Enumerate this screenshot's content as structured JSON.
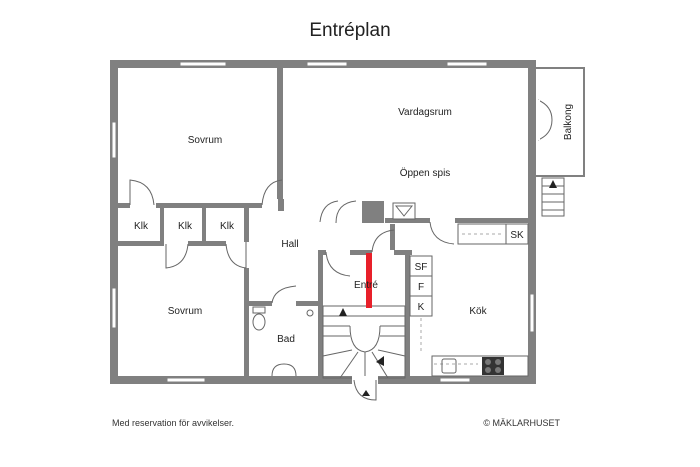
{
  "title": "Entréplan",
  "footer": {
    "left": "Med reservation för avvikelser.",
    "right": "© MÄKLARHUSET"
  },
  "rooms": {
    "sovrum_top": "Sovrum",
    "vardagsrum": "Vardagsrum",
    "oppen_spis": "Öppen spis",
    "balkong": "Balkong",
    "klk1": "Klk",
    "klk2": "Klk",
    "klk3": "Klk",
    "hall": "Hall",
    "sk": "SK",
    "sf": "SF",
    "f": "F",
    "k": "K",
    "entre": "Entré",
    "sovrum_bottom": "Sovrum",
    "bad": "Bad",
    "kok": "Kök"
  },
  "colors": {
    "wall": "#808080",
    "highlight": "#e8202a",
    "line": "#666666",
    "dash": "#aaaaaa"
  }
}
